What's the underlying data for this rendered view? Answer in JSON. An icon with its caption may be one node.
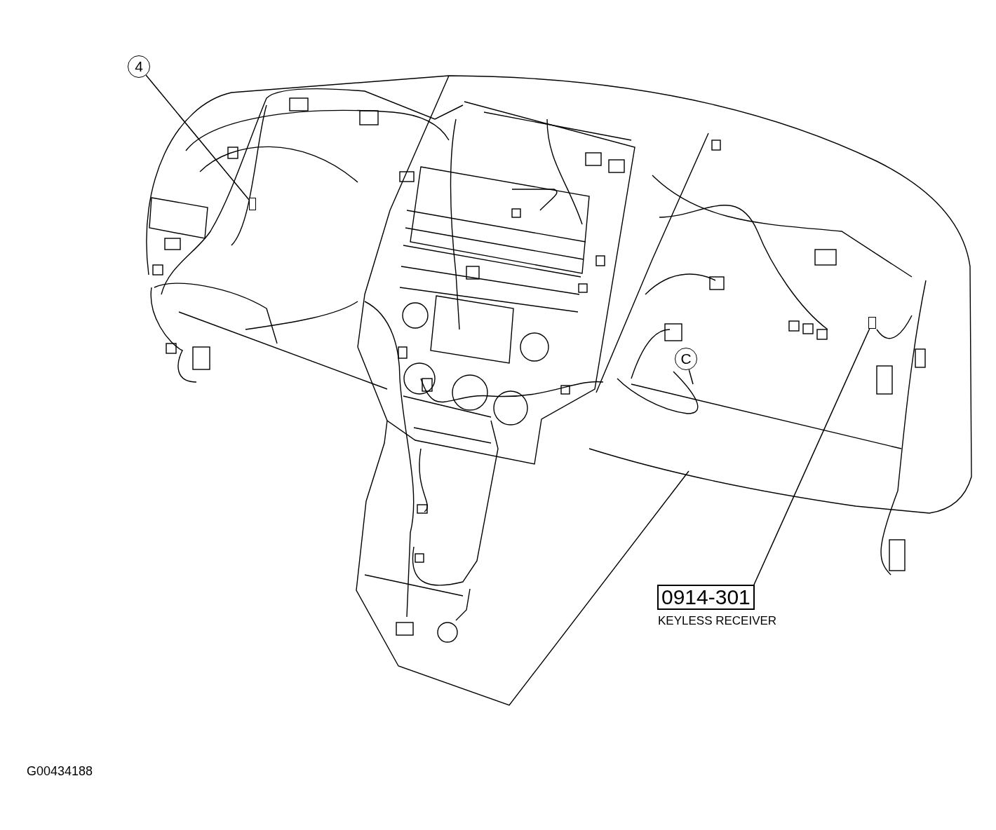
{
  "diagram": {
    "nodes": [
      {
        "text": [
          "4"
        ]
      },
      {
        "text": [],
        "shape": "box"
      },
      {
        "text": [
          "C"
        ]
      },
      {
        "text": [
          "0914-301",
          "KEYLESS RECEIVER"
        ]
      },
      {
        "text": [],
        "shape": "box"
      }
    ],
    "edges": [
      {
        "from": 0,
        "to": 1,
        "arrow": "none"
      },
      {
        "from": 2,
        "to": null,
        "arrow": "none"
      },
      {
        "from": 3,
        "to": 4,
        "arrow": "none"
      }
    ],
    "labels": [
      "G00434188"
    ]
  }
}
